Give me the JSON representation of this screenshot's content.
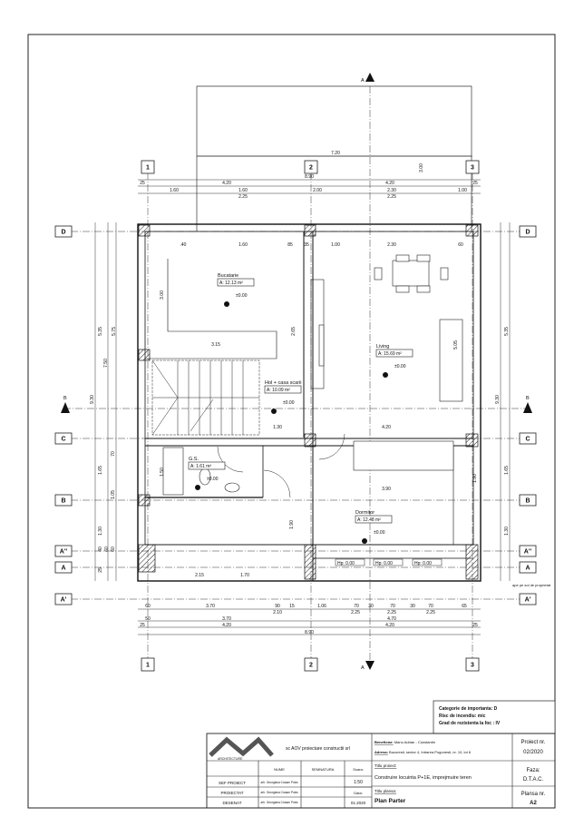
{
  "drawing": {
    "grid_columns": [
      "1",
      "2",
      "3"
    ],
    "grid_rows": [
      "D",
      "C",
      "B",
      "A''",
      "A",
      "A'"
    ],
    "section_marks": {
      "vertical": "A",
      "horizontal": "B"
    },
    "rooms": [
      {
        "name": "Bucatarie",
        "area": "A: 12.13 m²",
        "level": "±0.00"
      },
      {
        "name": "Living",
        "area": "A: 15.69 m²",
        "level": "±0.00"
      },
      {
        "name": "Hol + casa scarii",
        "area": "A: 10.09 m²",
        "level": "±0.00"
      },
      {
        "name": "G.S.",
        "area": "A: 1.61 m²",
        "level": "±0.00"
      },
      {
        "name": "Dormitor",
        "area": "A: 12.48 m²",
        "level": "±0.00"
      }
    ],
    "windows": [
      "Hp: 0.00",
      "Hp: 0.00",
      "Hp: 0.00"
    ],
    "property_note": "ape pe sol de proprietat",
    "top_dims": {
      "overall_upper": "7.20",
      "overall": "8.90",
      "row2": [
        "25",
        "4.20",
        "4.20",
        "25"
      ],
      "row3": [
        "1.60",
        "1.60",
        "2.00",
        "2.30",
        "1.00"
      ],
      "row3_sub": [
        "2.25",
        "2.25"
      ],
      "inner": [
        ".40",
        "1.60",
        "85",
        "35",
        "1.00",
        "2.30",
        "60"
      ],
      "vertical": "3.00"
    },
    "bottom_dims": {
      "row1": [
        "60",
        "3.70",
        "90",
        "15",
        "1.06",
        "70",
        "30",
        "70",
        "30",
        "70",
        "65"
      ],
      "row1_sub": [
        "2.10",
        "2.25",
        "2.25",
        "2.25"
      ],
      "row2": [
        "50",
        "3.70",
        "4.70"
      ],
      "row3": [
        "25",
        "4.20",
        "4.20",
        "25"
      ],
      "overall": "8.90"
    },
    "left_dims": [
      "9.30",
      "5.35",
      "7.50",
      "5.75",
      "1.65",
      "70",
      "1.05",
      "1.30",
      "40",
      "25",
      "60",
      "60"
    ],
    "right_dims": [
      "5.35",
      "9.30",
      "1.65",
      "1.30"
    ],
    "interior_dims": [
      "3.00",
      "3.15",
      "2.65",
      "1.30",
      "4.20",
      "1.90",
      "3.90",
      "5.05",
      "2.15",
      "1.70",
      "1.90",
      "1.50"
    ]
  },
  "info_box": {
    "line1": "Categorie de importanta: D",
    "line2": "Risc de incendiu: mic",
    "line3": "Grad de rezistenta la foc : IV"
  },
  "title_block": {
    "logo_text": "ARCHITECTURE",
    "company": "sc AOV proiectare constructii srl",
    "beneficiar_label": "Beneficiar:",
    "beneficiar": "Manu Adrian - Constantin",
    "adresa_label": "Adresa:",
    "adresa": "Bucuresti, sector 4, Intrarea Pogonesti, nr. 10, lot 6",
    "proiect_nr_label": "Proiect nr.",
    "proiect_nr": "02/2020",
    "col_nume": "NUME",
    "col_semnatura": "SEMNATURA",
    "scara_label": "Scara:",
    "scara": "1:50",
    "titlu_proiect_label": "Titlu proiect:",
    "titlu_proiect": "Construire locuinta P+1E, imprejmuire teren",
    "faza_label": "Faza:",
    "faza": "D.T.A.C.",
    "rows": [
      {
        "role": "SEF PROIECT",
        "name": "arh. Georgiana Crasan Potra"
      },
      {
        "role": "PROIECTAT",
        "name": "arh. Georgiana Crasan Potra"
      },
      {
        "role": "DESENAT",
        "name": "arh. Georgiana Crasan Potra"
      }
    ],
    "data_label": "Data:",
    "data": "01.2020",
    "titlu_plansa_label": "Titlu plansa:",
    "titlu_plansa": "Plan Parter",
    "plansa_nr_label": "Plansa nr.",
    "plansa_nr": "A2"
  }
}
